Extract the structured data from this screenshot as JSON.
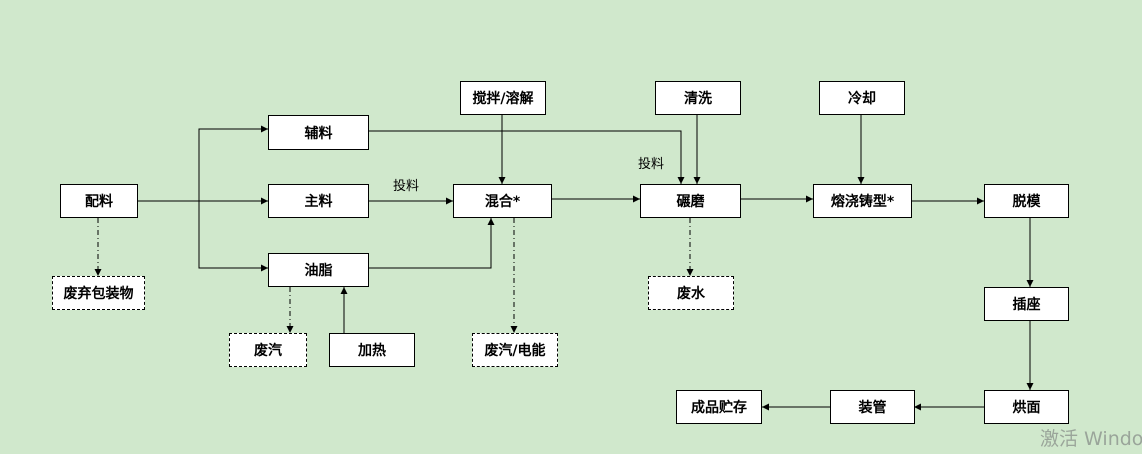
{
  "nodes": {
    "peiliao": "配料",
    "fuliao": "辅料",
    "zhuliao": "主料",
    "youzhi": "油脂",
    "jiaore": "加热",
    "feiqi_1": "废汽",
    "feiqi_baozhuang": "废弃包装物",
    "jiaoban": "搅拌/溶解",
    "hunhe": "混合*",
    "feiqi_dianneng": "废汽/电能",
    "qingxi": "清洗",
    "nianmo": "碾磨",
    "feishui": "废水",
    "lengque": "冷却",
    "rongjiao": "熔浇铸型*",
    "tuomo": "脱模",
    "chazuo": "插座",
    "hongmian": "烘面",
    "zhuangguan": "装管",
    "chengpin": "成品贮存"
  },
  "edge_labels": {
    "touliao_1": "投料",
    "touliao_2": "投料"
  },
  "watermark": "激活 Windo"
}
